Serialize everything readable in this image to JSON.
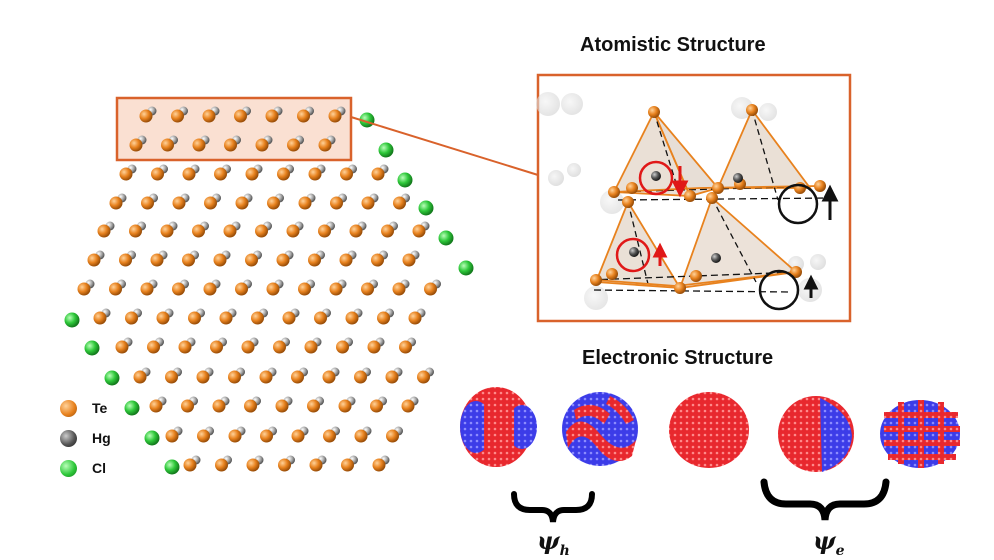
{
  "titles": {
    "atomistic": "Atomistic Structure",
    "electronic": "Electronic Structure"
  },
  "legend": [
    {
      "label": "Te",
      "color": "#e8821e"
    },
    {
      "label": "Hg",
      "color": "#555555"
    },
    {
      "label": "Cl",
      "color": "#2ec83a"
    }
  ],
  "wavefunctions": {
    "hole_label": "ψ",
    "hole_subscript": "h",
    "electron_label": "ψ",
    "electron_subscript": "e"
  },
  "colors": {
    "highlight_box": "#d9622b",
    "highlight_fill": "#f5c6ad",
    "positive_lobe": "#e8282e",
    "negative_lobe": "#3c3ce8",
    "marker_red": "#e01818",
    "marker_black": "#111111"
  }
}
